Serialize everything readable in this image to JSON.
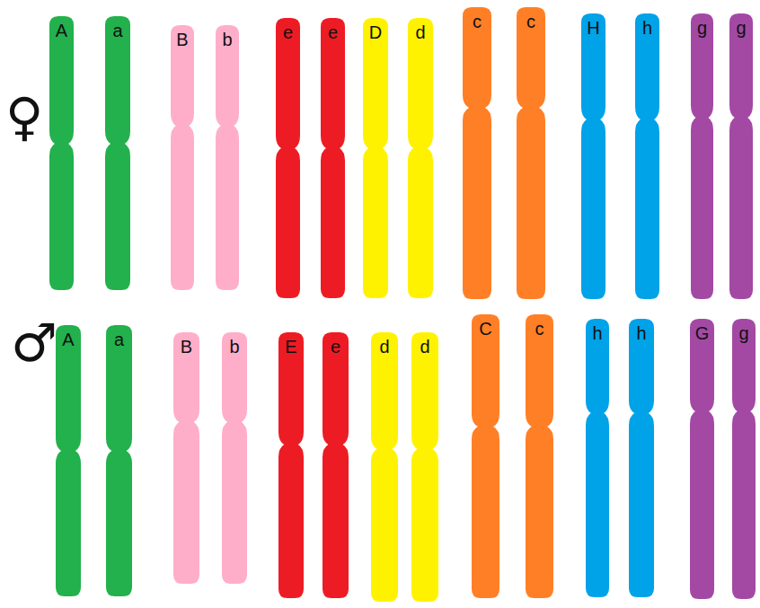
{
  "diagram": {
    "nodes": [
      {
        "text": [
          "A"
        ]
      },
      {
        "text": [
          "a"
        ]
      },
      {
        "text": [
          "B"
        ]
      },
      {
        "text": [
          "b"
        ]
      },
      {
        "text": [
          "e"
        ]
      },
      {
        "text": [
          "e"
        ]
      },
      {
        "text": [
          "D"
        ]
      },
      {
        "text": [
          "d"
        ]
      },
      {
        "text": [
          "c"
        ]
      },
      {
        "text": [
          "c"
        ]
      },
      {
        "text": [
          "H"
        ]
      },
      {
        "text": [
          "h"
        ]
      },
      {
        "text": [
          "g"
        ]
      },
      {
        "text": [
          "g"
        ]
      },
      {
        "text": [
          "A"
        ]
      },
      {
        "text": [
          "a"
        ]
      },
      {
        "text": [
          "B"
        ]
      },
      {
        "text": [
          "b"
        ]
      },
      {
        "text": [
          "E"
        ]
      },
      {
        "text": [
          "e"
        ]
      },
      {
        "text": [
          "d"
        ]
      },
      {
        "text": [
          "d"
        ]
      },
      {
        "text": [
          "C"
        ]
      },
      {
        "text": [
          "c"
        ]
      },
      {
        "text": [
          "h"
        ]
      },
      {
        "text": [
          "h"
        ]
      },
      {
        "text": [
          "G"
        ]
      },
      {
        "text": [
          "g"
        ]
      }
    ],
    "labels": [
      "♀",
      "♂"
    ]
  }
}
